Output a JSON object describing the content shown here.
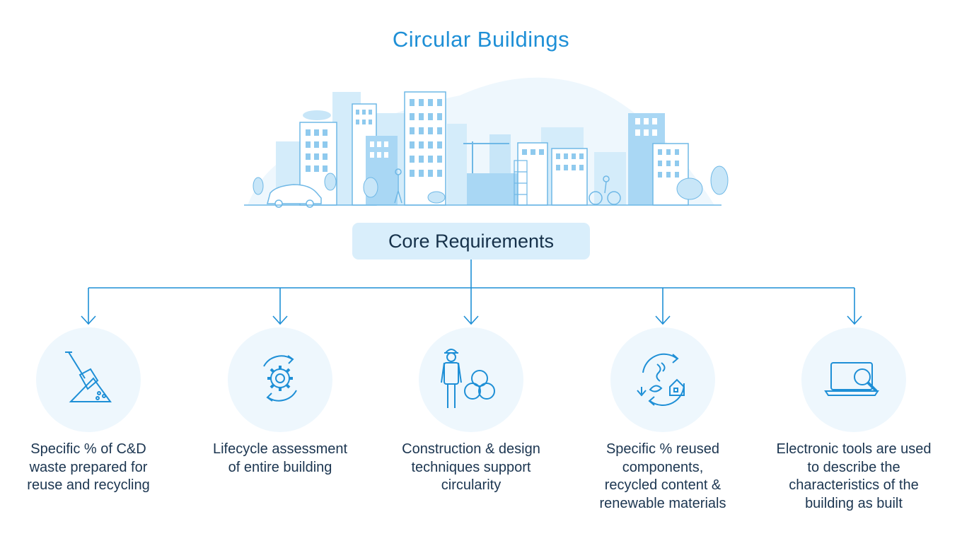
{
  "title": "Circular Buildings",
  "core_label": "Core Requirements",
  "colors": {
    "accent": "#1e8fd6",
    "core_box_bg": "#d9eefb",
    "circle_bg": "#eef7fd",
    "skyline_light": "#d4ecfa",
    "text_dark": "#1b3550"
  },
  "requirements": [
    {
      "icon": "shovel-soil-icon",
      "lines": [
        "Specific % of C&D",
        "waste prepared for",
        "reuse and recycling"
      ]
    },
    {
      "icon": "gear-cycle-icon",
      "lines": [
        "Lifecycle assessment",
        "of entire building"
      ]
    },
    {
      "icon": "worker-materials-icon",
      "lines": [
        "Construction & design",
        "techniques support",
        "circularity"
      ]
    },
    {
      "icon": "recycle-house-icon",
      "lines": [
        "Specific % reused",
        "components,",
        "recycled content &",
        "renewable materials"
      ]
    },
    {
      "icon": "laptop-search-icon",
      "lines": [
        "Electronic tools are used",
        "to describe the",
        "characteristics of the",
        "building as built"
      ]
    }
  ]
}
